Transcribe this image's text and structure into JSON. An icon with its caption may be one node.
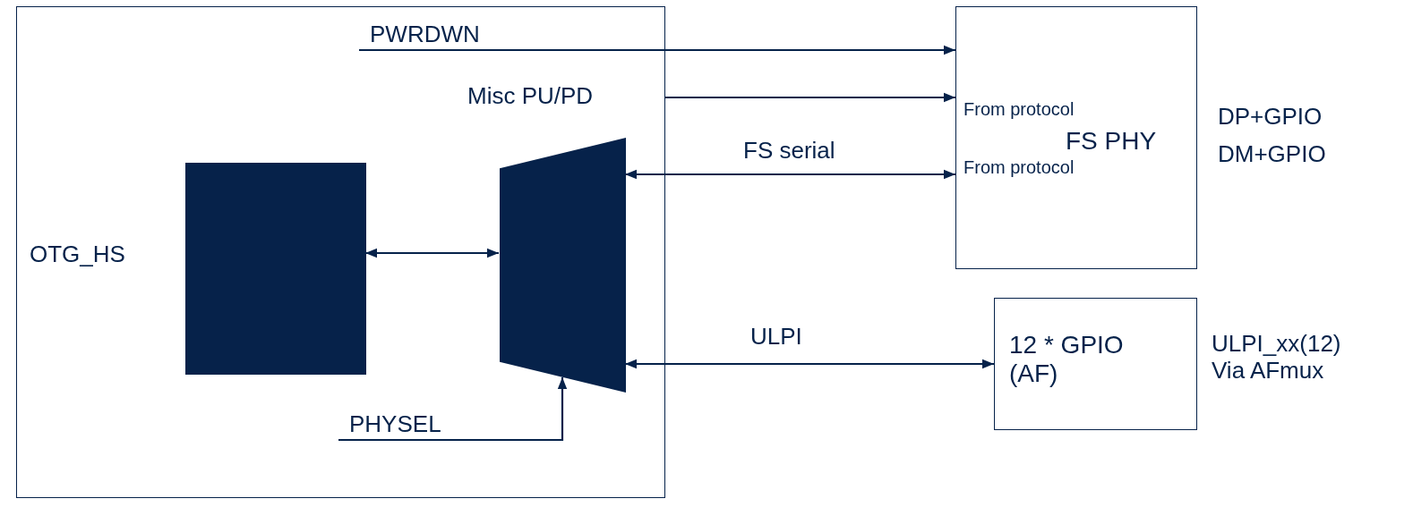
{
  "diagram": {
    "nodes": [
      {
        "text": [
          "OTG_HS"
        ]
      },
      {
        "text": [],
        "shape": "box",
        "in": 0
      },
      {
        "text": [],
        "shape": "trapezoid",
        "in": 0
      },
      {
        "text": [
          "From protocol",
          "FS PHY",
          "From protocol"
        ],
        "beside": [
          "DP+GPIO",
          "DM+GPIO"
        ]
      },
      {
        "text": [
          "12 * GPIO (AF)"
        ],
        "beside": [
          "ULPI_xx(12) Via AFmux"
        ]
      }
    ],
    "edges": [
      {
        "from": null,
        "to": 3,
        "arrow": "to",
        "label": "PWRDWN"
      },
      {
        "from": 0,
        "to": 3,
        "arrow": "to",
        "label": "Misc PU/PD"
      },
      {
        "from": 2,
        "to": 3,
        "arrow": "both",
        "label": "FS serial"
      },
      {
        "from": 1,
        "to": 2,
        "arrow": "both"
      },
      {
        "from": 2,
        "to": 4,
        "arrow": "both",
        "label": "ULPI"
      },
      {
        "from": null,
        "to": 2,
        "arrow": "to",
        "label": "PHYSEL"
      }
    ]
  }
}
